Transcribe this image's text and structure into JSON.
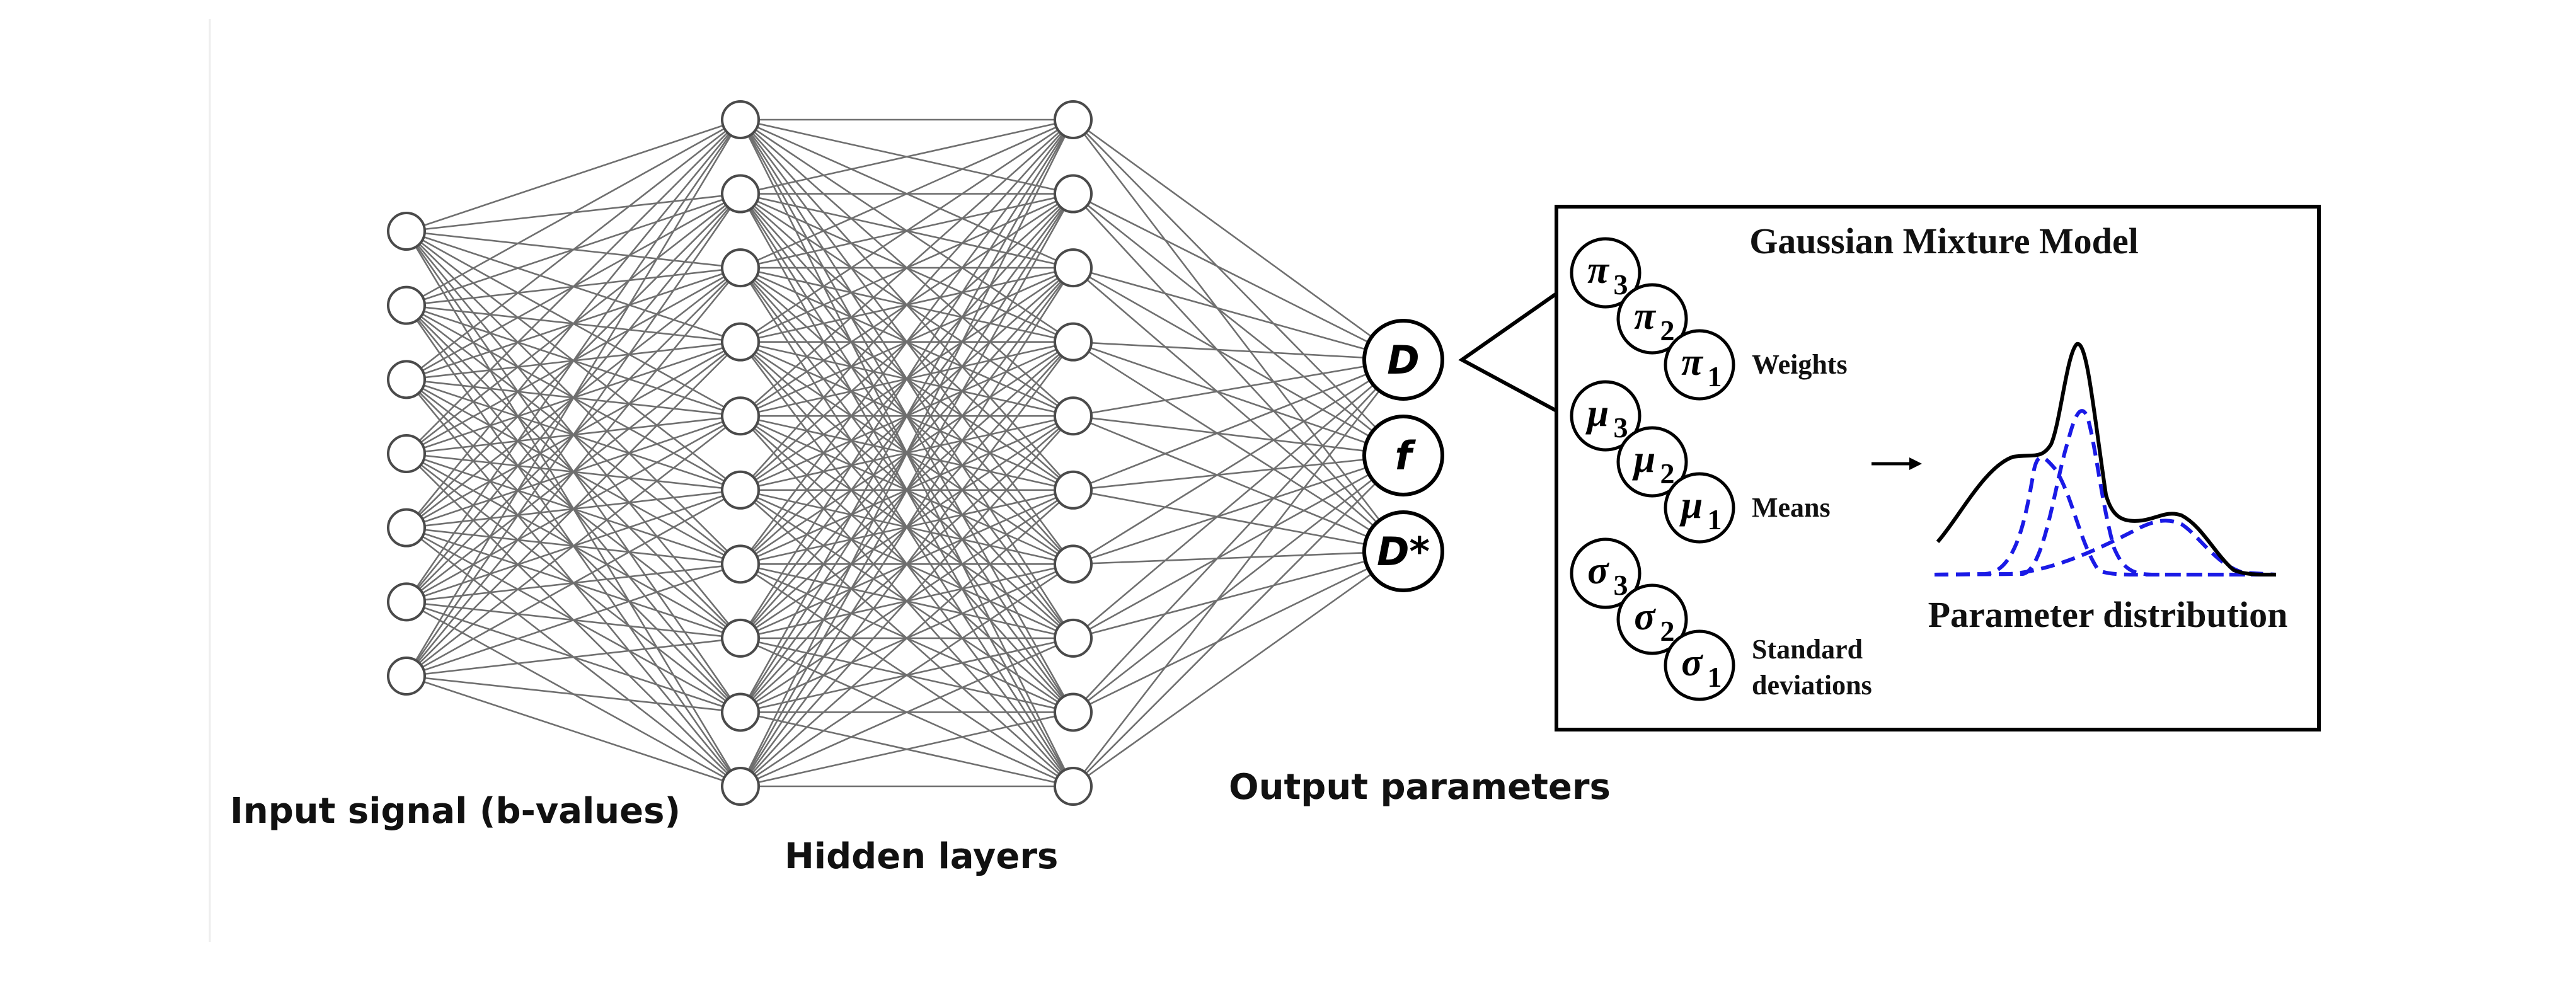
{
  "labels": {
    "input": "Input signal (b-values)",
    "hidden": "Hidden layers",
    "output": "Output parameters"
  },
  "network": {
    "input_nodes": 7,
    "hidden1_nodes": 10,
    "hidden2_nodes": 10,
    "output_nodes": [
      "D",
      "f",
      "D*"
    ]
  },
  "gmm": {
    "title": "Gaussian Mixture Model",
    "groups": [
      {
        "symbol": "π",
        "subscripts": [
          "3",
          "2",
          "1"
        ],
        "label": [
          "Weights"
        ]
      },
      {
        "symbol": "μ",
        "subscripts": [
          "3",
          "2",
          "1"
        ],
        "label": [
          "Means"
        ]
      },
      {
        "symbol": "σ",
        "subscripts": [
          "3",
          "2",
          "1"
        ],
        "label": [
          "Standard",
          "deviations"
        ]
      }
    ],
    "arrow": "→",
    "distribution_label": "Parameter distribution"
  },
  "colors": {
    "edges": "#6f6f6f",
    "nodes": "#4a4a4a",
    "mixture_total": "#000000",
    "components": "#1a1ae6"
  }
}
